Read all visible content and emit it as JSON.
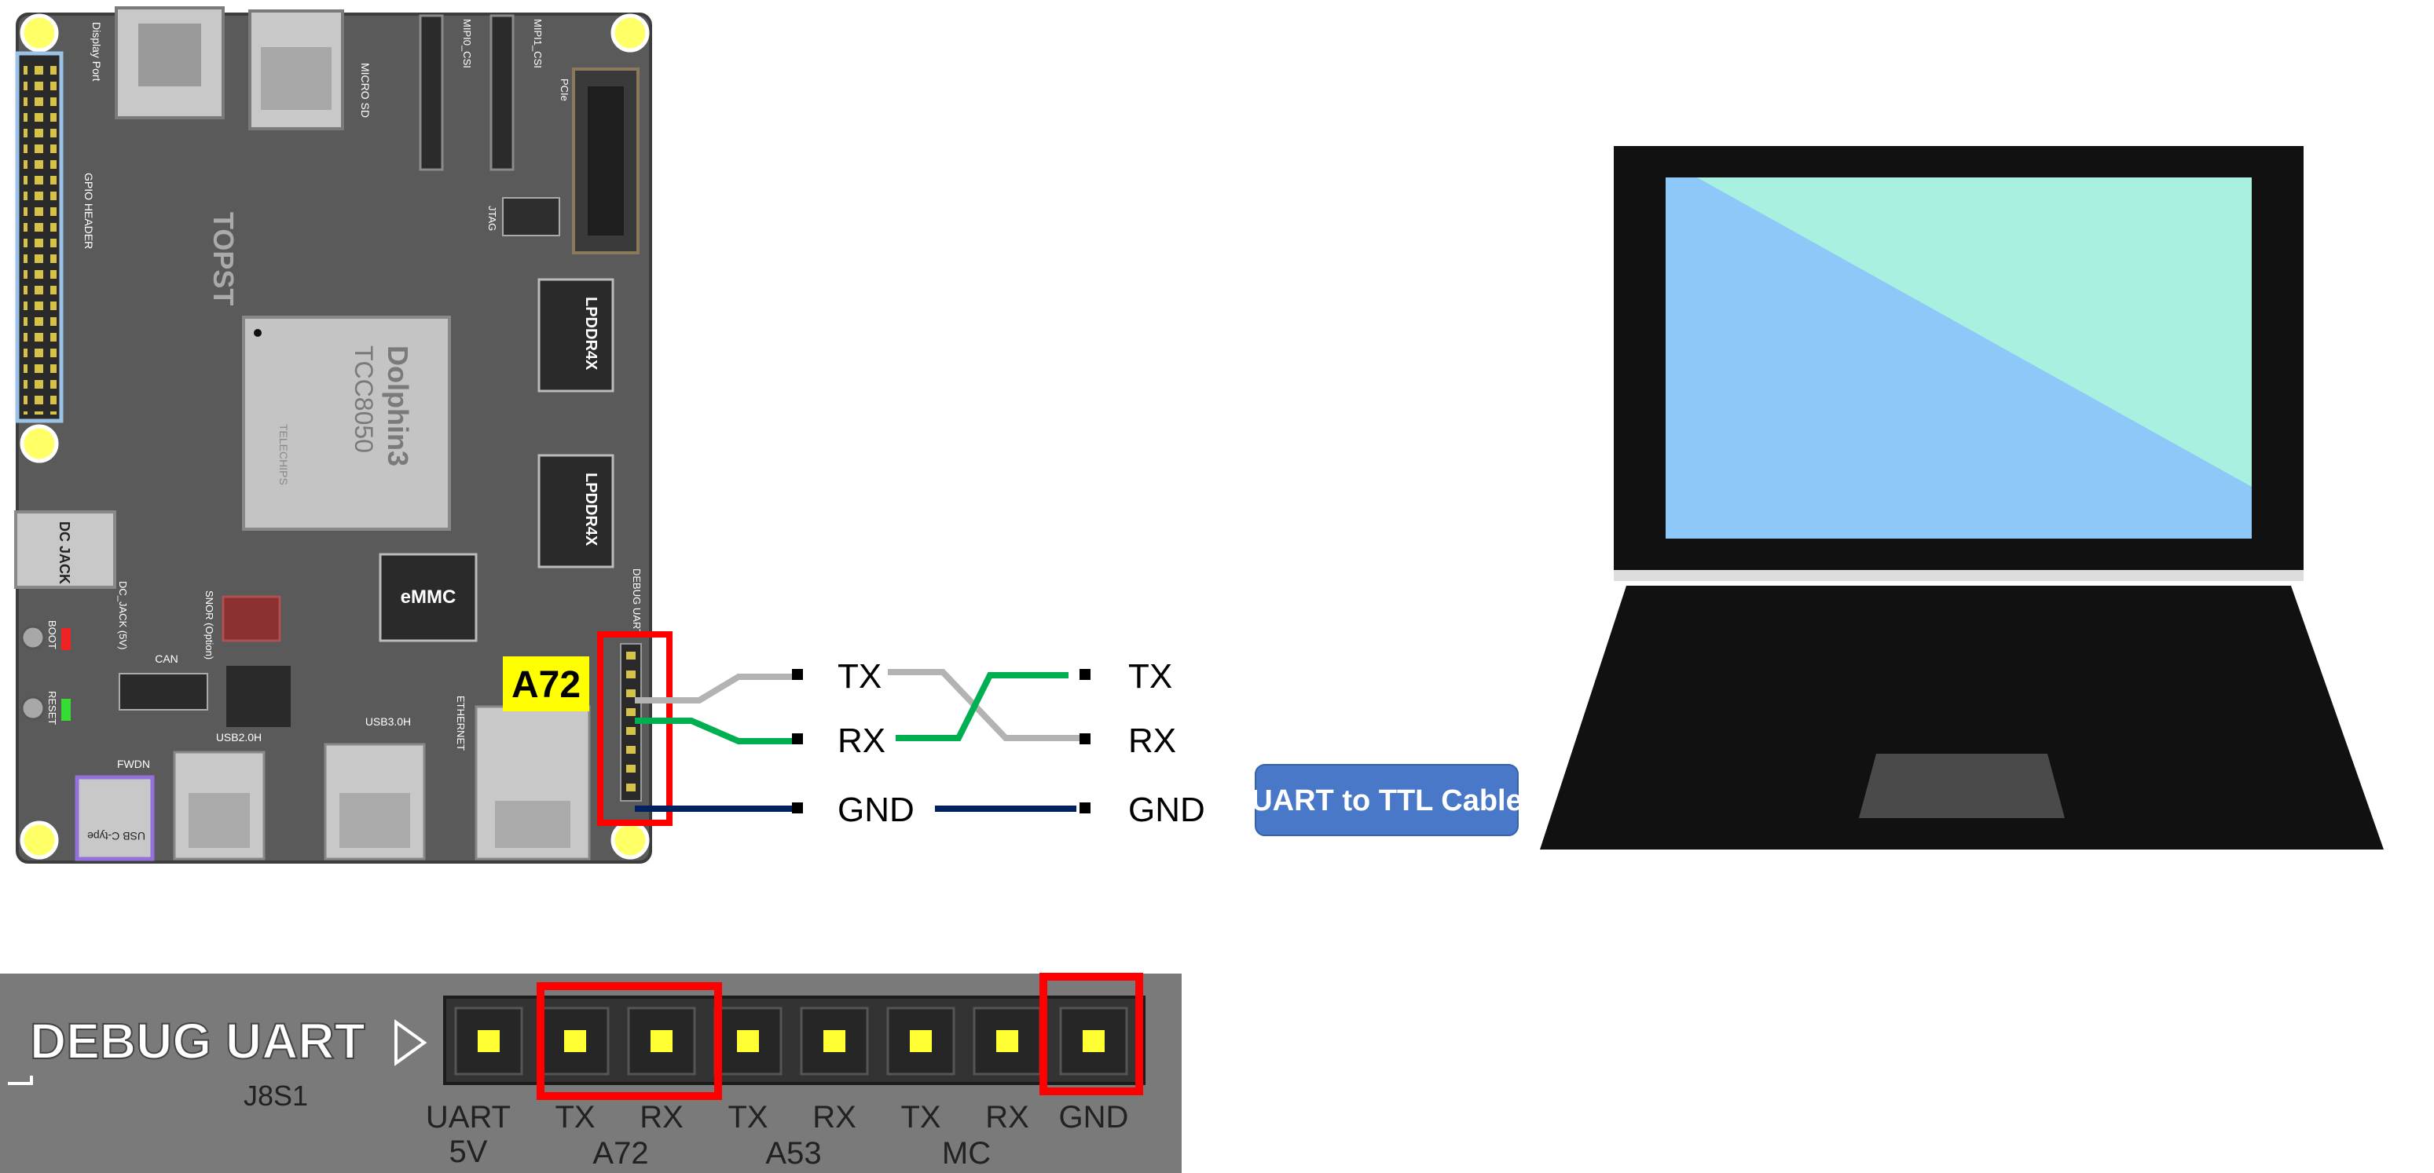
{
  "board": {
    "chip_name": "Dolphin3",
    "chip_model": "TCC8050",
    "chip_vendor": "TELECHIPS",
    "brand": "TOPST",
    "labels": {
      "display_port": "Display Port",
      "micro_sd": "MICRO SD",
      "mipi0": "MIPI0_CSI",
      "mipi1": "MIPI1_CSI",
      "pcie": "PCIe",
      "gpio_header": "GPIO HEADER",
      "jtag": "JTAG",
      "lpddr4x_1": "LPDDR4X",
      "lpddr4x_2": "LPDDR4X",
      "emmc": "eMMC",
      "dc_jack": "DC JACK",
      "dc_jack_small": "DC_JACK (5V)",
      "snor": "SNOR (Option)",
      "boot": "BOOT",
      "reset": "RESET",
      "can": "CAN",
      "fwdn": "FWDN",
      "usb_c": "USB C-type",
      "usb20": "USB2.0H",
      "usb30": "USB3.0H",
      "ethernet": "ETHERNET",
      "debug_uart": "DEBUG UART"
    }
  },
  "highlight_label": "A72",
  "wiring": {
    "left": [
      "TX",
      "RX",
      "GND"
    ],
    "right": [
      "TX",
      "RX",
      "GND"
    ]
  },
  "cable_badge": "UART to TTL Cable",
  "zoom": {
    "title": "DEBUG UART",
    "connector_id": "J8S1",
    "pin_labels": [
      "UART\n5V",
      "TX",
      "RX",
      "TX",
      "RX",
      "TX",
      "RX",
      "GND"
    ],
    "group_labels": [
      "A72",
      "A53",
      "MC"
    ]
  },
  "colors": {
    "board": "#595959",
    "highlight": "#ff0000",
    "a72_badge": "#ffff00",
    "wire_gray": "#b3b3b3",
    "wire_green": "#00b050",
    "wire_navy": "#002060",
    "badge_blue": "#4472c4",
    "screen_blue": "#8ec8f8",
    "screen_cyan": "#a8f0e0"
  }
}
